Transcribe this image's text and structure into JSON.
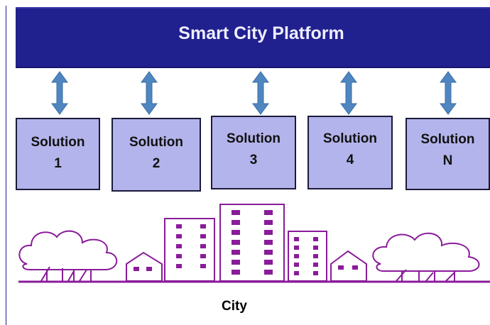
{
  "platform": {
    "title": "Smart City Platform"
  },
  "solutions": [
    {
      "label": "Solution",
      "id": "1"
    },
    {
      "label": "Solution",
      "id": "2"
    },
    {
      "label": "Solution",
      "id": "3"
    },
    {
      "label": "Solution",
      "id": "4"
    },
    {
      "label": "Solution",
      "id": "N"
    }
  ],
  "city": {
    "label": "City"
  },
  "colors": {
    "platform": "#20208f",
    "solution_fill": "#b4b4ec",
    "arrow": "#4f86c0",
    "city_outline": "#8a1b9a"
  }
}
